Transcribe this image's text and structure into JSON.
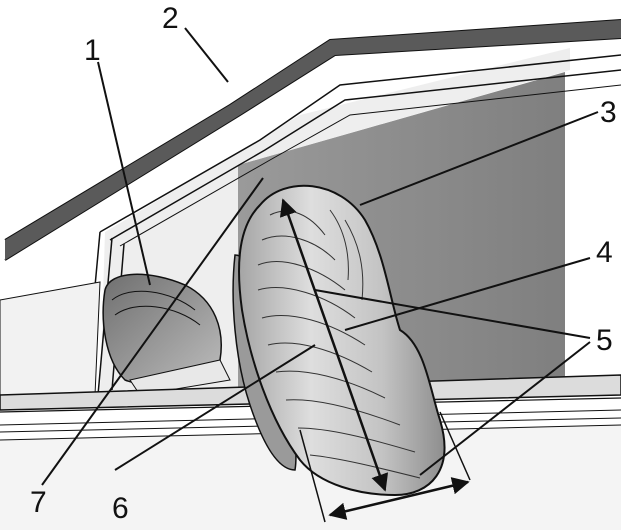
{
  "callouts": [
    {
      "id": "1",
      "label": "1"
    },
    {
      "id": "2",
      "label": "2"
    },
    {
      "id": "3",
      "label": "3"
    },
    {
      "id": "4",
      "label": "4"
    },
    {
      "id": "5",
      "label": "5"
    },
    {
      "id": "6",
      "label": "6"
    },
    {
      "id": "7",
      "label": "7"
    }
  ],
  "colors": {
    "wall": "#8d8d8d",
    "glass": "#e4e4e4",
    "trim": "#c9c9c9",
    "airbag_light": "#e0e0e0",
    "airbag_mid": "#c4c4c4",
    "airbag_dark": "#8a8a8a",
    "line": "#111111"
  }
}
